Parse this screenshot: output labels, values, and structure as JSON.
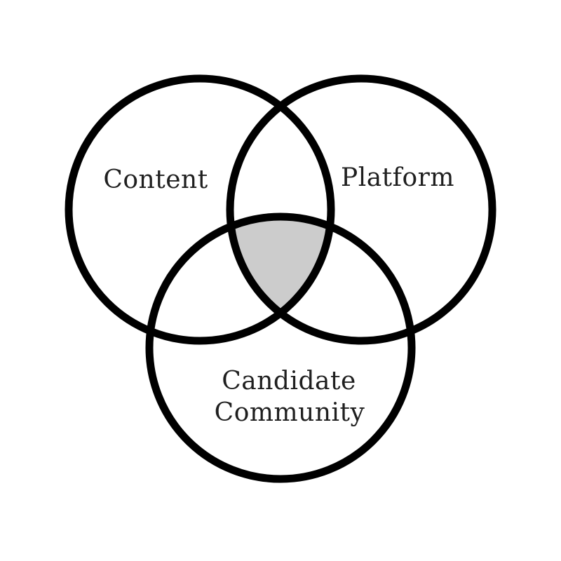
{
  "diagram": {
    "type": "venn-3",
    "sets": [
      {
        "id": "content",
        "label": "Content"
      },
      {
        "id": "platform",
        "label": "Platform"
      },
      {
        "id": "candidate-community",
        "label": "Candidate Community",
        "label_lines": [
          "Candidate",
          "Community"
        ]
      }
    ],
    "intersection": {
      "description": "triple-overlap shaded region",
      "filled": true
    }
  },
  "colors": {
    "background": "#ffffff",
    "circle_stroke": "#000000",
    "intersection_fill": "#cccccc",
    "label_text": "#1f1f1f"
  }
}
